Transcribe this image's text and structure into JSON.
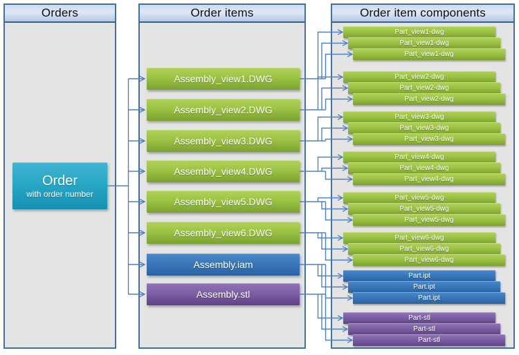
{
  "diagram": {
    "columns": [
      {
        "header": "Orders"
      },
      {
        "header": "Order items"
      },
      {
        "header": "Order item components"
      }
    ],
    "order_box": {
      "title": "Order",
      "subtitle": "with order number",
      "color": "cyan"
    },
    "order_items": [
      {
        "label": "Assembly_view1.DWG",
        "color": "green"
      },
      {
        "label": "Assembly_view2.DWG",
        "color": "green"
      },
      {
        "label": "Assembly_view3.DWG",
        "color": "green"
      },
      {
        "label": "Assembly_view4.DWG",
        "color": "green"
      },
      {
        "label": "Assembly_view5.DWG",
        "color": "green"
      },
      {
        "label": "Assembly_view6.DWG",
        "color": "green"
      },
      {
        "label": "Assembly.iam",
        "color": "blue"
      },
      {
        "label": "Assembly.stl",
        "color": "purple"
      }
    ],
    "component_groups": [
      {
        "label": "Part_view1-dwg",
        "count": 3,
        "color": "green"
      },
      {
        "label": "Part_view2-dwg",
        "count": 3,
        "color": "green"
      },
      {
        "label": "Part_view3-dwg",
        "count": 3,
        "color": "green"
      },
      {
        "label": "Part_view4-dwg",
        "count": 3,
        "color": "green"
      },
      {
        "label": "Part_view5-dwg",
        "count": 3,
        "color": "green"
      },
      {
        "label": "Part_view6-dwg",
        "count": 3,
        "color": "green"
      },
      {
        "label": "Part.ipt",
        "count": 3,
        "color": "blue"
      },
      {
        "label": "Part-stl",
        "count": 3,
        "color": "purple"
      }
    ],
    "colors": {
      "green_top": "#b0d158",
      "green_bottom": "#7aa22e",
      "blue_top": "#4a89c8",
      "blue_bottom": "#2b62a1",
      "purple_top": "#9175b5",
      "purple_bottom": "#5f4385",
      "cyan_top": "#41b5d2",
      "cyan_bottom": "#1691b4",
      "connector": "#4f81bd",
      "panel_border": "#41719c",
      "panel_bg": "#e4e4e4",
      "header_top": "#ccd9ef",
      "header_bottom": "#b6c9e7",
      "header_border": "#35618f",
      "node_text": "#ffffff"
    }
  }
}
